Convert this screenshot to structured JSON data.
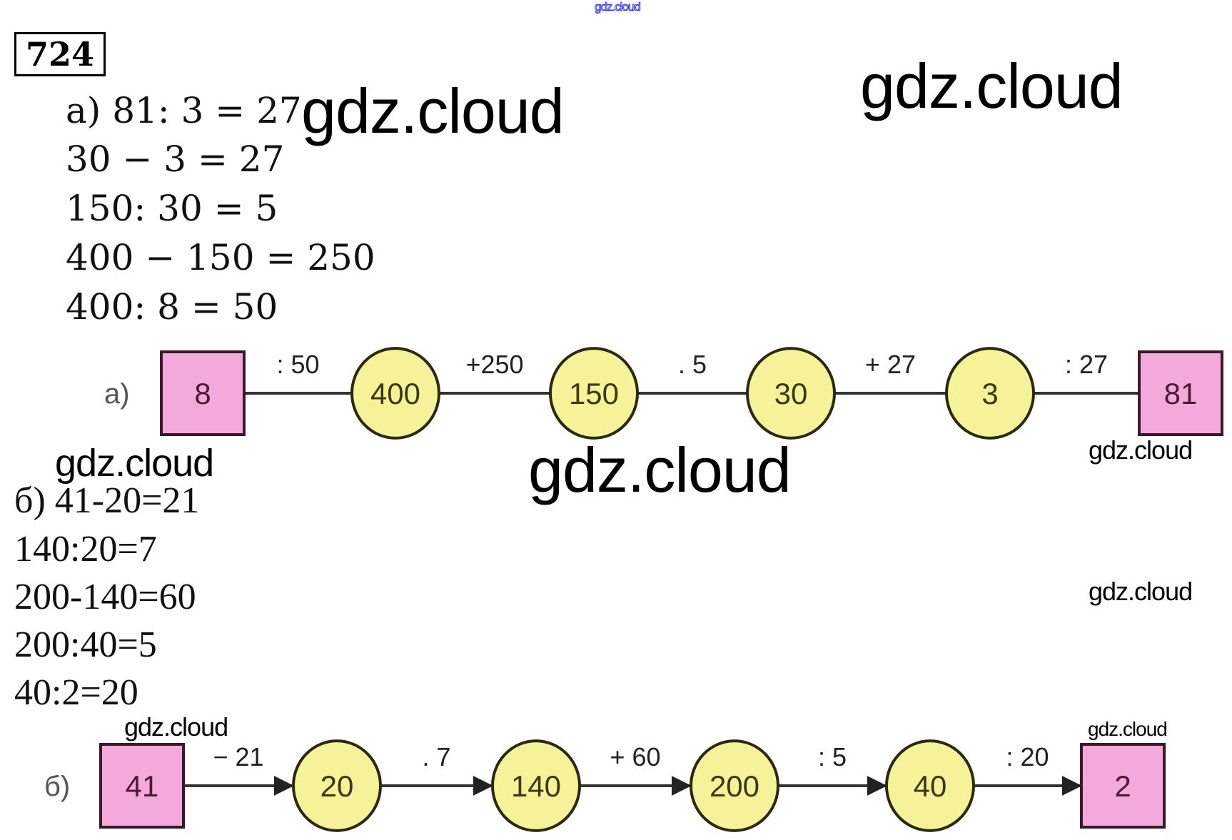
{
  "header": {
    "site_watermark": "gdz.cloud",
    "problem_number": "724"
  },
  "part_a": {
    "equations": [
      "а) 81: 3 = 27",
      "30 − 3 = 27",
      "150: 30 = 5",
      "400 − 150 = 250",
      "400: 8 = 50"
    ],
    "diagram": {
      "label": "а)",
      "direction": "right-to-left",
      "start": "81",
      "end": "8",
      "nodes": [
        "8",
        "400",
        "150",
        "30",
        "3",
        "81"
      ],
      "node_shapes": [
        "square",
        "circle",
        "circle",
        "circle",
        "circle",
        "square"
      ],
      "operations": [
        ": 50",
        "+250",
        ". 5",
        "+ 27",
        ": 27"
      ]
    }
  },
  "part_b": {
    "equations": [
      "б) 41-20=21",
      "140:20=7",
      "200-140=60",
      "200:40=5",
      "40:2=20"
    ],
    "diagram": {
      "label": "б)",
      "direction": "left-to-right",
      "start": "41",
      "end": "2",
      "nodes": [
        "41",
        "20",
        "140",
        "200",
        "40",
        "2"
      ],
      "node_shapes": [
        "square",
        "circle",
        "circle",
        "circle",
        "circle",
        "square"
      ],
      "operations": [
        "− 21",
        ". 7",
        "+ 60",
        ": 5",
        ": 20"
      ]
    }
  },
  "watermarks": {
    "large_1": "gdz.cloud",
    "large_2": "gdz.cloud",
    "large_3": "gdz.cloud",
    "medium_1": "gdz.cloud",
    "small_1": "gdz.cloud",
    "small_2": "gdz.cloud",
    "small_3": "gdz.cloud",
    "small_4": "gdz.cloud"
  },
  "colors": {
    "square_fill": "#f4a9dc",
    "circle_fill": "#f6f29a",
    "stroke": "#222222",
    "watermark_outline": "#3a3ad0"
  }
}
